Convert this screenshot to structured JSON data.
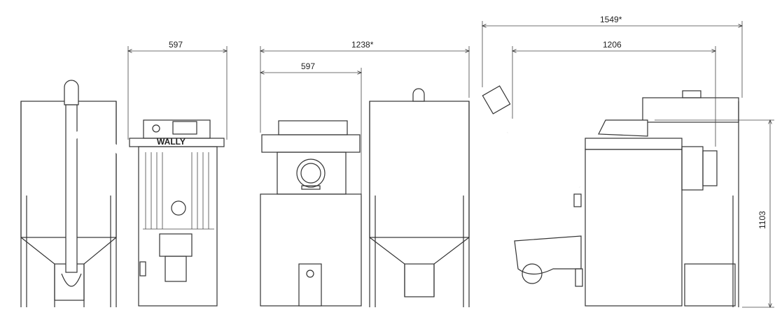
{
  "dimensions": {
    "front_width": "597",
    "overall_width_back": "1238*",
    "back_boiler_width": "597",
    "overall_side_depth": "1549*",
    "side_depth": "1206",
    "height": "1103"
  },
  "brand_plate": "WALLY",
  "colors": {
    "line": "#333333",
    "background": "#ffffff"
  }
}
